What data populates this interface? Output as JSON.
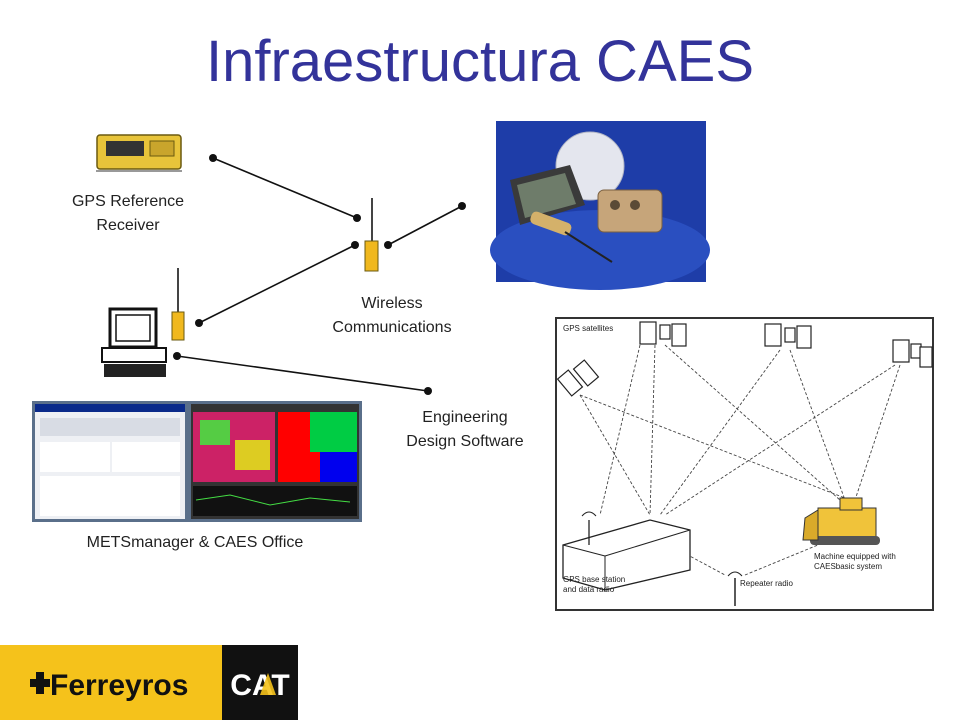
{
  "title": "Infraestructura CAES",
  "labels": {
    "gps_receiver": [
      "GPS Reference",
      "Receiver"
    ],
    "wireless": [
      "Wireless",
      "Communications"
    ],
    "engineering": [
      "Engineering",
      "Design Software"
    ],
    "office": "METSmanager & CAES Office"
  },
  "diagram": {
    "satellites": "GPS satellites",
    "base_station": [
      "GPS base station",
      "and data radio"
    ],
    "repeater": "Repeater radio",
    "machine": [
      "Machine equipped with",
      "CAESbasic system"
    ]
  },
  "footer": {
    "brand": "Ferreyros",
    "cat": "CAT"
  },
  "colors": {
    "title": "#33339a",
    "photo_bg": "#1e3da8",
    "footer_yellow": "#f5c21b"
  }
}
